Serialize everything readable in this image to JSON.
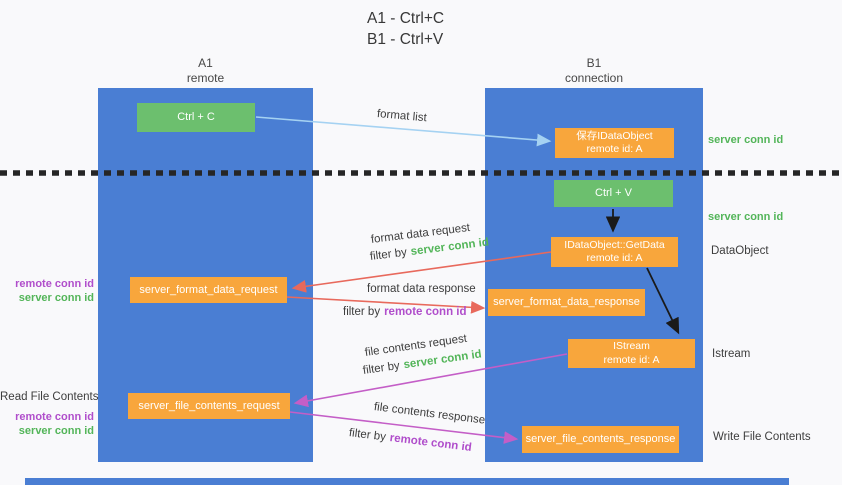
{
  "title": {
    "line1": "A1 - Ctrl+C",
    "line2": "B1 - Ctrl+V"
  },
  "columns": {
    "a1": {
      "name": "A1",
      "subtitle": "remote"
    },
    "b1": {
      "name": "B1",
      "subtitle": "connection"
    }
  },
  "boxes": {
    "ctrl_c": "Ctrl + C",
    "ctrl_v": "Ctrl + V",
    "save_dataobject_l1": "保存IDataObject",
    "save_dataobject_l2": "remote id: A",
    "getdata_l1": "IDataObject::GetData",
    "getdata_l2": "remote id: A",
    "istream_l1": "IStream",
    "istream_l2": "remote id: A",
    "format_request": "server_format_data_request",
    "format_response": "server_format_data_response",
    "file_request": "server_file_contents_request",
    "file_response": "server_file_contents_response"
  },
  "labels": {
    "format_list": "format list",
    "format_data_request": "format data request",
    "format_data_response": "format data response",
    "file_contents_request": "file contents request",
    "file_contents_response": "file contents response",
    "filter_by": "filter by",
    "server_conn_id": "server conn id",
    "remote_conn_id": "remote conn id",
    "dataobject": "DataObject",
    "istream": "Istream",
    "read_file_contents": "Read File Contents",
    "write_file_contents": "Write File Contents"
  },
  "colors": {
    "column_blue": "#4a7ed3",
    "box_green": "#6cbf6e",
    "box_orange": "#f8a63c",
    "text_green": "#53b559",
    "text_purple": "#b04ecb",
    "arrow_red": "#e8695c",
    "arrow_magenta": "#c45ec7",
    "arrow_light_blue": "#a5d2f2",
    "arrow_black": "#1a1a1a"
  }
}
